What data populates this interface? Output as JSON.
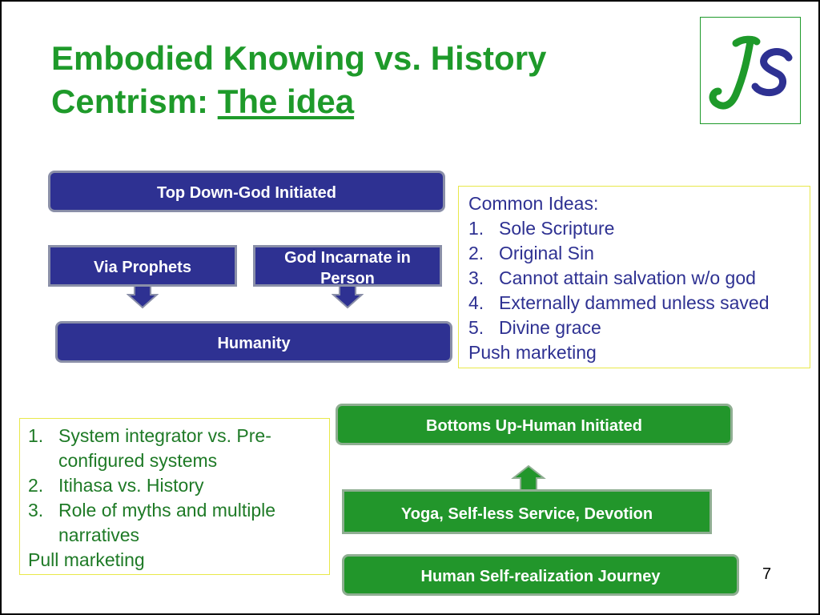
{
  "title": {
    "line1": "Embodied Knowing vs. History",
    "line2_prefix": "Centrism: ",
    "line2_underlined": "The idea"
  },
  "logo": {
    "text": "JS",
    "color_j": "#1e9a2a",
    "color_s": "#2e3192"
  },
  "top_down": {
    "header": "Top Down-God Initiated",
    "via_prophets": "Via Prophets",
    "god_incarnate": "God Incarnate in Person",
    "humanity": "Humanity"
  },
  "common_ideas": {
    "header": "Common Ideas:",
    "items": [
      {
        "num": "1.",
        "text": "Sole Scripture"
      },
      {
        "num": "2.",
        "text": "Original Sin"
      },
      {
        "num": "3.",
        "text": "Cannot attain salvation w/o god"
      },
      {
        "num": "4.",
        "text": "Externally dammed unless saved"
      },
      {
        "num": "5.",
        "text": "Divine grace"
      }
    ],
    "footer": "Push marketing"
  },
  "differences": {
    "items": [
      {
        "num": "1.",
        "text": "System integrator vs. Pre-configured systems"
      },
      {
        "num": "2.",
        "text": "Itihasa vs. History"
      },
      {
        "num": "3.",
        "text": "Role of myths and multiple narratives"
      }
    ],
    "footer": "Pull marketing"
  },
  "bottoms_up": {
    "header": "Bottoms Up-Human Initiated",
    "practices": "Yoga, Self-less Service, Devotion",
    "journey": "Human Self-realization Journey"
  },
  "page_number": "7",
  "colors": {
    "title_green": "#1e9a2a",
    "box_blue": "#2e3192",
    "box_green": "#22962b",
    "textbox_border": "#e8e84a"
  }
}
